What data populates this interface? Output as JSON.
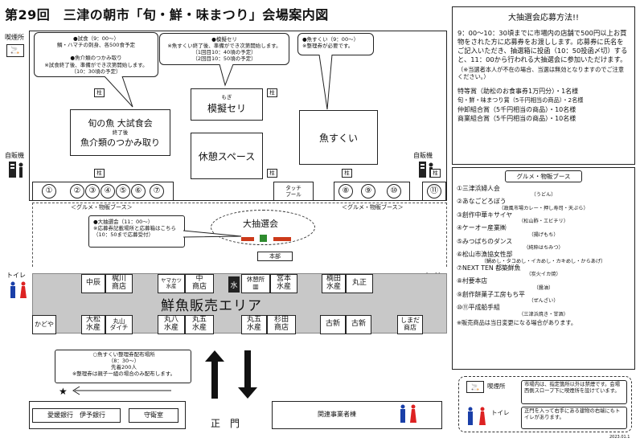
{
  "title": "第29回　三津の朝市「旬・鮮・味まつり」会場案内図",
  "smoking_label": "喫煙所",
  "vending_label": "自販機",
  "toilet_label": "トイレ",
  "pillar_label": "柱",
  "hq_label": "本部",
  "touch_pool": "タッチ\nプール",
  "rest_room_small": "休憩所",
  "gourmet_left": "＜グルメ・物販ブース＞",
  "gourmet_right": "＜グルメ・物販ブース＞",
  "booth_numbers_left": [
    "①",
    "②",
    "③",
    "④",
    "⑤",
    "⑥",
    "⑦"
  ],
  "booth_numbers_right": [
    "⑧",
    "⑨",
    "⑩",
    "⑪"
  ],
  "bubble_tasting": "●試食（9：00～）\n鯛・ハマチの刺身、各500食予定\n\n●魚介類のつかみ取り\n※試食終了後、準備ができ次第開始します。\n（10：30頃の予定）",
  "bubble_mock_auction": "●模擬セリ\n※魚すくい終了後、準備ができ次第開始します。\n（1回目10：40頃の予定）\n（2回目10：50頃の予定）",
  "bubble_fish_scoop": "●魚すくい（9：00～）\n※整理券が必要です。",
  "area_tasting": "旬の魚 大試食会",
  "area_tasting_after": "終了後",
  "area_grab": "魚介類のつかみ取り",
  "area_mock_ruby": "もぎ",
  "area_mock": "模擬セリ",
  "area_rest": "休憩スペース",
  "area_scoop": "魚すくい",
  "lottery_title": "大抽選会",
  "lottery_note": "●大抽選会（11：00～）\n※応募券記載場所と応募箱はこちら\n（10：50まで応募受付）",
  "fish_market": "鮮魚販売エリア",
  "shops_top": [
    "中辰",
    "梶川\n商店",
    "ヤマカツ\n水産",
    "中\n商店",
    "休憩所",
    "宮本\n水産",
    "楠田\n水産",
    "丸正"
  ],
  "shops_bottom": [
    "かどや",
    "大松\n水産",
    "丸山\nダイチ",
    "丸八\n水産",
    "丸五\n水産",
    "丸五\n水産",
    "杉田\n商店",
    "古新",
    "古新",
    "しまだ\n商店"
  ],
  "ticket_note": "○魚すくい整理券配布場所\n（8：30～）\n先着200人\n※整理券は親子一組の場合のみ配布します。",
  "buildings": [
    "愛媛銀行　伊予銀行",
    "守衛室",
    "関連事業者棟"
  ],
  "main_gate": "正　門",
  "lottery_how_title": "大抽選会応募方法!!",
  "lottery_how_body": "9：00～10：30頃までに市場内の店舗で500円以上お買物をされた方に応募券をお渡しします。応募券に氏名をご記入いただき、抽選箱に投函（10：50投函〆切）すると、11：00から行われる大抽選会に参加いただけます。",
  "lottery_how_note": "（※当選者本人が不在の場合、当選は無効となりますのでご注意ください。）",
  "prizes": [
    "特等賞（助松のお食事券1万円分）・1名様",
    "旬・鮮・味まつり賞（5千円相当の商品）・2名様",
    "仲卸組合賞（5千円相当の商品）・10名様",
    "商業組合賞（5千円相当の商品）・10名様"
  ],
  "booth_list_title": "グルメ・物販ブース",
  "booth_list": [
    {
      "name": "①三津浜婦人会",
      "sub": "（うどん）"
    },
    {
      "name": "②あなごどろぼう",
      "sub": "（政風市場カレー・押し寿司・天ぷら）"
    },
    {
      "name": "③創作中華キサイヤ",
      "sub": "（松山酢・エビチリ）"
    },
    {
      "name": "④ケーオー産業㈱",
      "sub": "（揚げもち）"
    },
    {
      "name": "⑤みつばちのダンス",
      "sub": "（純粋はちみつ）"
    },
    {
      "name": "⑥松山市漁協女性部",
      "sub": "（鯛めし・タコめし・イカめし・カキめし・からあげ）"
    },
    {
      "name": "⑦NEXT TEN 都築鮮魚",
      "sub": "（炭火イカ焼）"
    },
    {
      "name": "⑧村要本店",
      "sub": "（醤油）"
    },
    {
      "name": "⑨創作餅菓子工房もち平",
      "sub": "（ぜんざい）"
    },
    {
      "name": "⑩⑪平成船手組",
      "sub": "（三津浜焼き・甘酒）"
    }
  ],
  "booth_list_footer": "※販売商品は当日変更になる場合があります。",
  "legend_smoking": "喫煙所",
  "legend_smoking_text": "市場内は、指定箇所以外は禁煙です。会場西側スロープ下に喫煙所を設けています。",
  "legend_toilet": "トイレ",
  "legend_toilet_text": "正門を入って右手にある建物の右端にもトイレがあります。",
  "doc_code": "2023.01.1",
  "colors": {
    "market_gray": "#c8c8c8",
    "lottery_green": "#2e8b2e",
    "lottery_red": "#cc3a1a",
    "men_blue": "#1a3fa8",
    "women_red": "#d22"
  }
}
